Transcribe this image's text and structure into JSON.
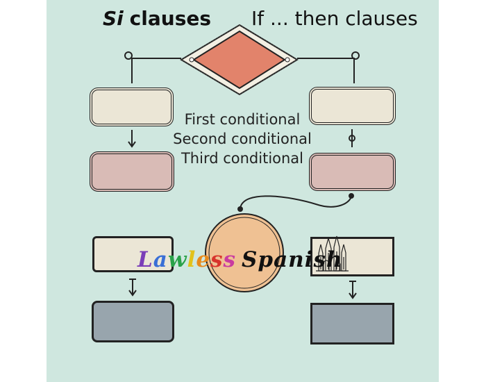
{
  "header": {
    "title_emphasis": "Si",
    "title_rest": "clauses",
    "subtitle": "If ... then clauses"
  },
  "conditionals": [
    "First conditional",
    "Second conditional",
    "Third conditional"
  ],
  "logo": {
    "word1": "Lawless",
    "word2": "Spanish",
    "word1_letter_colors": [
      "#7a3db8",
      "#3a6fd6",
      "#2aa24a",
      "#e2c21a",
      "#e88a1c",
      "#d8342c",
      "#c93aa0"
    ]
  },
  "colors": {
    "background": "#cfe7df",
    "diamond": "#e2836b",
    "cream": "#ebe6d6",
    "pink": "#d9bbb6",
    "grey": "#98a5ad",
    "circle": "#efc193"
  }
}
